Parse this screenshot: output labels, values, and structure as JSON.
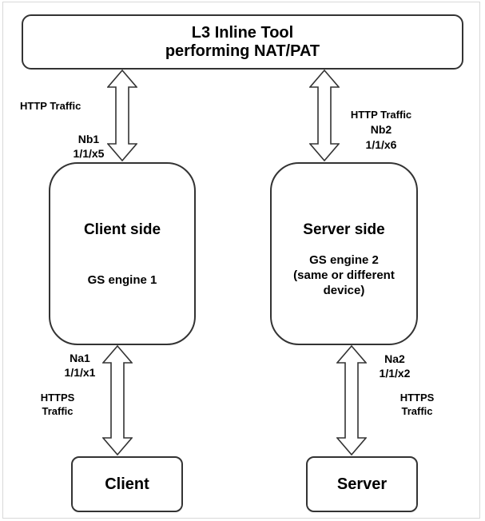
{
  "boxes": {
    "tool": {
      "line1": "L3 Inline Tool",
      "line2": "performing NAT/PAT"
    },
    "client_side": {
      "title": "Client side",
      "engine": "GS engine 1"
    },
    "server_side": {
      "title": "Server side",
      "engine_line1": "GS engine 2",
      "engine_line2": "(same or different",
      "engine_line3": "device)"
    },
    "client": {
      "label": "Client"
    },
    "server": {
      "label": "Server"
    }
  },
  "links": {
    "left_top": {
      "traffic": "HTTP Traffic",
      "port_name": "Nb1",
      "port_id": "1/1/x5"
    },
    "right_top": {
      "traffic": "HTTP Traffic",
      "port_name": "Nb2",
      "port_id": "1/1/x6"
    },
    "left_bottom": {
      "traffic_line1": "HTTPS",
      "traffic_line2": "Traffic",
      "port_name": "Na1",
      "port_id": "1/1/x1"
    },
    "right_bottom": {
      "traffic_line1": "HTTPS",
      "traffic_line2": "Traffic",
      "port_name": "Na2",
      "port_id": "1/1/x2"
    }
  },
  "colors": {
    "stroke": "#333333",
    "frame_border": "#d8d8d8",
    "background": "#ffffff",
    "text": "#000000"
  }
}
